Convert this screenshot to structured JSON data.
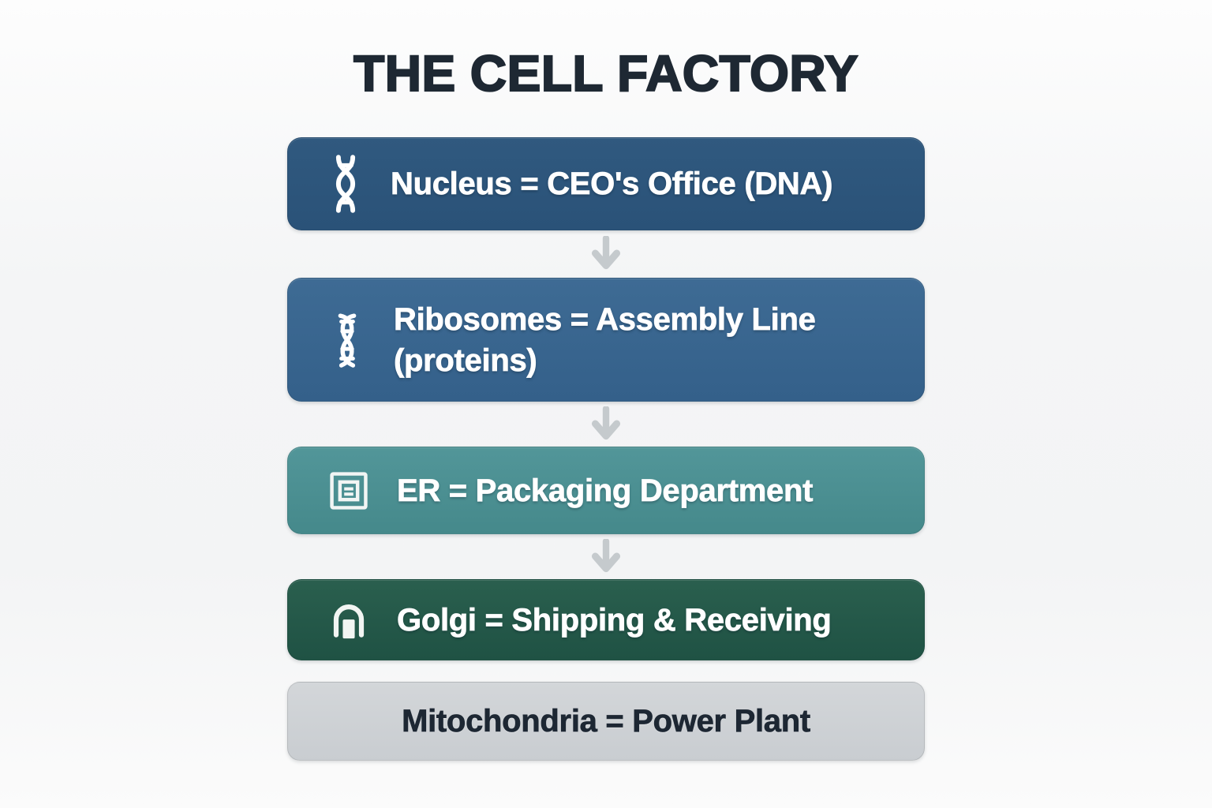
{
  "title": "THE CELL FACTORY",
  "flowchart": {
    "boxes": [
      {
        "id": "nucleus",
        "label": "Nucleus = CEO's Office (DNA)",
        "icon": "dna-icon",
        "bg_color": "#2d5a7e",
        "text_color": "#ffffff",
        "arrow_after": true
      },
      {
        "id": "ribosomes",
        "label": "Ribosomes = Assembly Line (proteins)",
        "icon": "rna-helix-icon",
        "bg_color": "#396690",
        "text_color": "#ffffff",
        "arrow_after": true
      },
      {
        "id": "er",
        "label": "ER = Packaging Department",
        "icon": "package-icon",
        "bg_color": "#4c9092",
        "text_color": "#ffffff",
        "arrow_after": true
      },
      {
        "id": "golgi",
        "label": "Golgi = Shipping & Receiving",
        "icon": "arch-icon",
        "bg_color": "#255949",
        "text_color": "#ffffff",
        "arrow_after": false
      },
      {
        "id": "mitochondria",
        "label": "Mitochondria = Power Plant",
        "icon": null,
        "bg_color": "#ced2d5",
        "text_color": "#1d2733",
        "arrow_after": false
      }
    ],
    "arrow_color": "#c5cacd"
  },
  "colors": {
    "title": "#1e2833",
    "background": "#f4f5f6"
  }
}
